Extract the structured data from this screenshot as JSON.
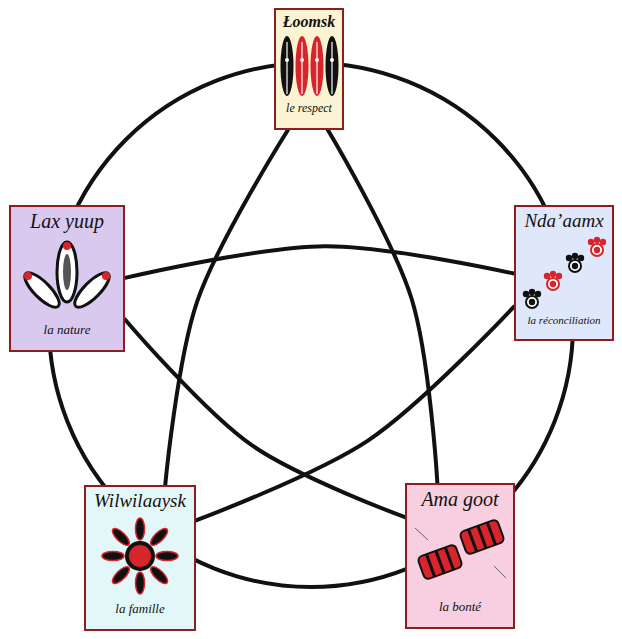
{
  "diagram": {
    "nodes": [
      {
        "text": [
          "Łoomsk",
          "le respect"
        ]
      },
      {
        "text": [
          "Lax yuup",
          "la nature"
        ]
      },
      {
        "text": [
          "Nda’aamx",
          "la réconciliation"
        ]
      },
      {
        "text": [
          "Wilwilaaysk",
          "la famille"
        ]
      },
      {
        "text": [
          "Ama goot",
          "la bonté"
        ]
      }
    ],
    "edges": [
      {
        "from": 0,
        "to": 3,
        "arrow": "none"
      },
      {
        "from": 0,
        "to": 4,
        "arrow": "none"
      },
      {
        "from": 1,
        "to": 2,
        "arrow": "none"
      },
      {
        "from": 1,
        "to": 4,
        "arrow": "none"
      },
      {
        "from": 2,
        "to": 3,
        "arrow": "none"
      }
    ]
  }
}
